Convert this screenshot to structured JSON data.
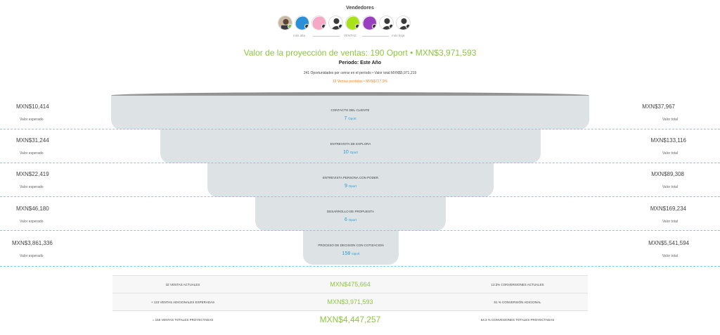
{
  "sellers": {
    "title": "Vendedores",
    "labels": {
      "high": "más alta",
      "sales": "VENTAS",
      "low": "más baja"
    },
    "avatars": [
      {
        "name": "photo-avatar-icon",
        "color": "#7a6a5a"
      },
      {
        "name": "blue-avatar-icon",
        "color": "#2a8fd6"
      },
      {
        "name": "pink-avatar-icon",
        "color": "#f6a9c6"
      },
      {
        "name": "person-silhouette-icon",
        "color": "#ffffff"
      },
      {
        "name": "green-avatar-icon",
        "color": "#a9e21b"
      },
      {
        "name": "purple-avatar-icon",
        "color": "#9a3fbf"
      },
      {
        "name": "person-silhouette-icon",
        "color": "#ffffff"
      },
      {
        "name": "person-silhouette-icon",
        "color": "#ffffff"
      }
    ]
  },
  "projection": {
    "title": "Valor de la proyección de ventas: 190 Oport • MXN$3,971,593",
    "period": "Periodo: Este Año",
    "summary": "241 Oportunidades por cerrar en el período • Valor total MXN$5,971,219",
    "lost": "19 Ventas perdidas • MXN$727,9%"
  },
  "stages": [
    {
      "name": "CONTACTO DEL CLIENTE",
      "count": "7",
      "unit": "Oport",
      "expected": "MXN$10,414",
      "expected_label": "Valor esperado",
      "total": "MXN$37,967",
      "total_label": "Valor total"
    },
    {
      "name": "ENTREVISTA DE EXPLORA",
      "count": "10",
      "unit": "Oport",
      "expected": "MXN$31,244",
      "expected_label": "Valor esperado",
      "total": "MXN$133,116",
      "total_label": "Valor total"
    },
    {
      "name": "ENTREVISTA PERSONA CON PODER",
      "count": "9",
      "unit": "Oport",
      "expected": "MXN$22,419",
      "expected_label": "Valor esperado",
      "total": "MXN$89,308",
      "total_label": "Valor total"
    },
    {
      "name": "DESARROLLO DE PROPUESTA",
      "count": "6",
      "unit": "Oport",
      "expected": "MXN$46,180",
      "expected_label": "Valor esperado",
      "total": "MXN$169,234",
      "total_label": "Valor total"
    },
    {
      "name": "PROCESO DE DECISION CON COTIZACION",
      "count": "158",
      "unit": "Oport",
      "expected": "MXN$3,861,336",
      "expected_label": "Valor esperado",
      "total": "MXN$5,541,594",
      "total_label": "Valor total"
    }
  ],
  "totals": [
    {
      "left": "32 VENTAS ACTUALES",
      "mid": "MXN$475,664",
      "right": "13.3% CONVERSIONES ACTUALES"
    },
    {
      "left": "+ 123 VENTAS ADICIONALES ESPERADAS",
      "mid": "MXN$3,971,593",
      "right": "51 % CONVERSIÓN ADICIONAL"
    },
    {
      "left": "= 155 VENTAS TOTALES PROYECTADAS",
      "mid": "MXN$4,447,257",
      "right": "64.3 % CONVESIONES TOTALES PROYECTADAS"
    }
  ],
  "colors": {
    "accent_green": "#8dc63f",
    "accent_blue": "#2b9bd6",
    "lost_orange": "#f08a2c",
    "divider_cyan": "#6fd4e6",
    "funnel_band": "#dde2e5"
  }
}
